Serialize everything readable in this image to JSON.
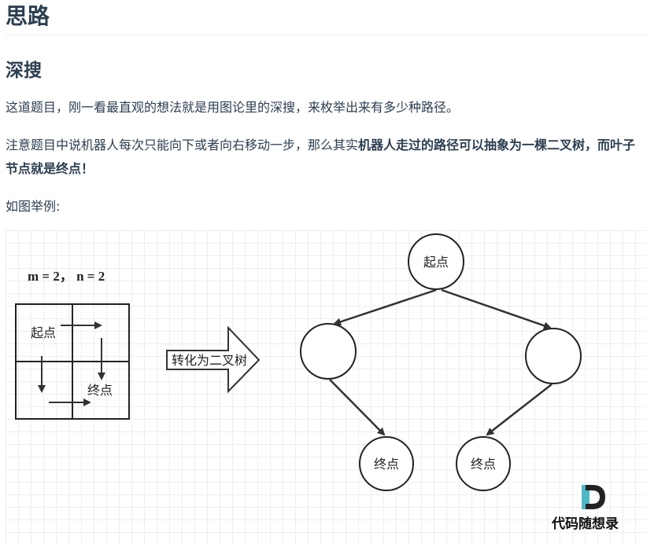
{
  "heading": "思路",
  "subheading": "深搜",
  "paragraphs": {
    "p1": "这道题目，刚一看最直观的想法就是用图论里的深搜，来枚举出来有多少种路径。",
    "p2_prefix": "注意题目中说机器人每次只能向下或者向右移动一步，那么其实",
    "p2_bold": "机器人走过的路径可以抽象为一棵二叉树，而叶子节点就是终点！",
    "p3": "如图举例:"
  },
  "figure": {
    "grid_label": "m = 2，  n = 2",
    "start_label": "起点",
    "end_label": "终点",
    "arrow_label": "转化为二叉树",
    "tree": {
      "root_label": "起点",
      "leaf_left_label": "终点",
      "leaf_right_label": "终点"
    },
    "watermark": "代码随想录"
  }
}
